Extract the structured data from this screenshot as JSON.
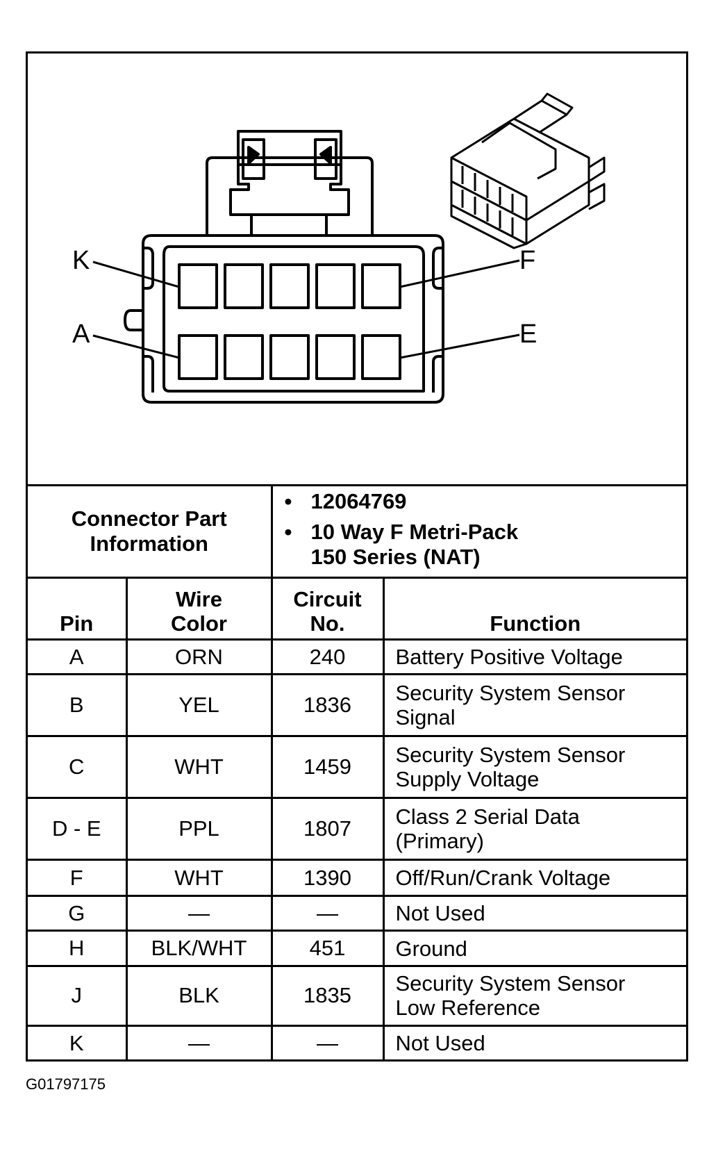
{
  "connector": {
    "pin_labels": [
      "K",
      "F",
      "A",
      "E"
    ]
  },
  "part_info": {
    "label_line1": "Connector Part",
    "label_line2": "Information",
    "part_number": "12064769",
    "description_line1": "10 Way F Metri-Pack",
    "description_line2": "150 Series (NAT)",
    "bullet": "•"
  },
  "table": {
    "headers": {
      "pin": "Pin",
      "wire_color_1": "Wire",
      "wire_color_2": "Color",
      "circuit_1": "Circuit",
      "circuit_2": "No.",
      "function": "Function"
    },
    "rows": [
      {
        "pin": "A",
        "color": "ORN",
        "circuit": "240",
        "function_1": "Battery Positive Voltage",
        "function_2": ""
      },
      {
        "pin": "B",
        "color": "YEL",
        "circuit": "1836",
        "function_1": "Security System Sensor",
        "function_2": "Signal"
      },
      {
        "pin": "C",
        "color": "WHT",
        "circuit": "1459",
        "function_1": "Security System Sensor",
        "function_2": "Supply Voltage"
      },
      {
        "pin": "D - E",
        "color": "PPL",
        "circuit": "1807",
        "function_1": "Class 2 Serial Data",
        "function_2": "(Primary)"
      },
      {
        "pin": "F",
        "color": "WHT",
        "circuit": "1390",
        "function_1": "Off/Run/Crank Voltage",
        "function_2": ""
      },
      {
        "pin": "G",
        "color": "—",
        "circuit": "—",
        "function_1": "Not Used",
        "function_2": ""
      },
      {
        "pin": "H",
        "color": "BLK/WHT",
        "circuit": "451",
        "function_1": "Ground",
        "function_2": ""
      },
      {
        "pin": "J",
        "color": "BLK",
        "circuit": "1835",
        "function_1": "Security System Sensor",
        "function_2": "Low Reference"
      },
      {
        "pin": "K",
        "color": "—",
        "circuit": "—",
        "function_1": "Not Used",
        "function_2": ""
      }
    ]
  },
  "figure_code": "G01797175"
}
